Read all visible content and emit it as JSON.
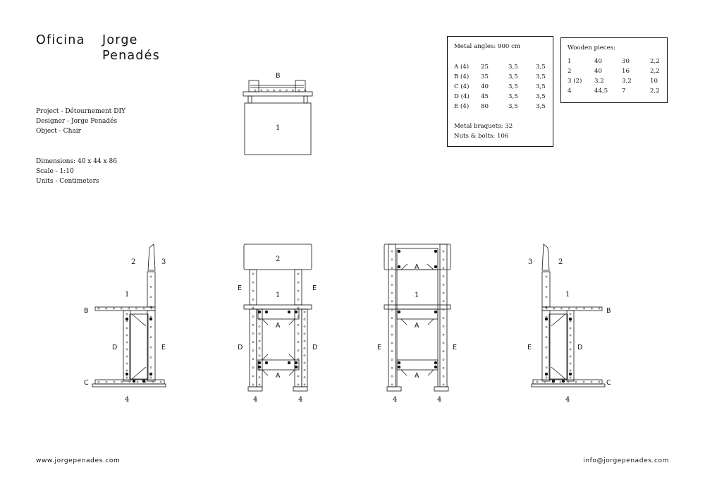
{
  "brand": {
    "line1_a": "Oficina",
    "line1_b": "Jorge",
    "line2": "Penadés"
  },
  "project": {
    "project": "Project - Détournement DIY",
    "designer": "Designer - Jorge Penadés",
    "object": "Object - Chair",
    "dimensions": "Dimensions: 40 x 44 x 86",
    "scale": "Scale - 1:10",
    "units": "Units - Centimeters"
  },
  "metal_table": {
    "title": "Metal angles: 900 cm",
    "rows": [
      [
        "A (4)",
        "25",
        "3,5",
        "3,5"
      ],
      [
        "B (4)",
        "35",
        "3,5",
        "3,5"
      ],
      [
        "C (4)",
        "40",
        "3,5",
        "3,5"
      ],
      [
        "D (4)",
        "45",
        "3,5",
        "3,5"
      ],
      [
        "E (4)",
        "80",
        "3,5",
        "3,5"
      ]
    ],
    "braquets": "Metal braquets: 32",
    "nuts": "Nuts & bolts: 106"
  },
  "wood_table": {
    "title": "Wooden pieces:",
    "rows": [
      [
        "1",
        "40",
        "30",
        "2,2"
      ],
      [
        "2",
        "40",
        "16",
        "2,2"
      ],
      [
        "3 (2)",
        "3,2",
        "3,2",
        "10"
      ],
      [
        "4",
        "44,5",
        "7",
        "2,2"
      ]
    ]
  },
  "labels": {
    "top_view": {
      "b": "B",
      "seat": "1"
    },
    "view1": {
      "back": "2",
      "post": "3",
      "seat": "1",
      "b": "B",
      "d": "D",
      "e": "E",
      "c": "C",
      "foot": "4"
    },
    "view2": {
      "back": "2",
      "e_left": "E",
      "e_right": "E",
      "seat": "1",
      "a_top": "A",
      "a_bottom": "A",
      "d_left": "D",
      "d_right": "D",
      "foot_left": "4",
      "foot_right": "4"
    },
    "view3": {
      "a_top": "A",
      "seat": "1",
      "a_mid": "A",
      "a_bottom": "A",
      "e_left": "E",
      "e_right": "E",
      "foot_left": "4",
      "foot_right": "4"
    },
    "view4": {
      "post": "3",
      "back": "2",
      "seat": "1",
      "b": "B",
      "e": "E",
      "d": "D",
      "c": "C",
      "foot": "4"
    }
  },
  "footer": {
    "website": "www.jorgepenades.com",
    "email": "info@jorgepenades.com"
  }
}
